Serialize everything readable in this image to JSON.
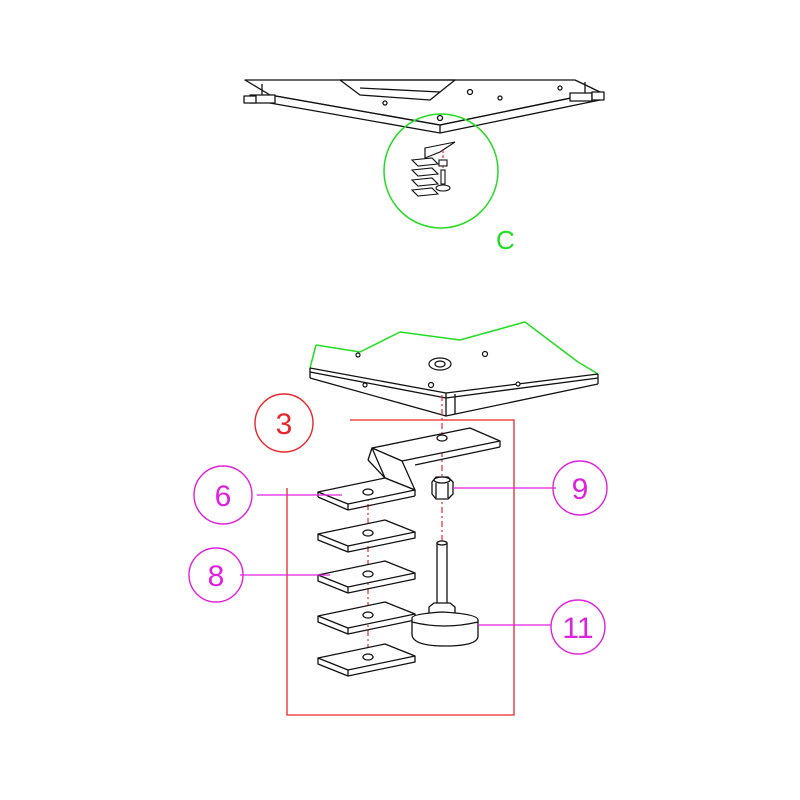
{
  "detail": {
    "letter": "C",
    "color": "#22dd22"
  },
  "callouts": [
    {
      "id": "3",
      "label": "3",
      "color": "#e8262b"
    },
    {
      "id": "6",
      "label": "6",
      "color": "#e020e0"
    },
    {
      "id": "8",
      "label": "8",
      "color": "#e020e0"
    },
    {
      "id": "9",
      "label": "9",
      "color": "#e020e0"
    },
    {
      "id": "11",
      "label": "11",
      "color": "#e020e0"
    }
  ],
  "colors": {
    "line": "#111111",
    "assembly_box": "#e8262b",
    "center_line": "#e8262b",
    "break_line": "#22dd22"
  }
}
